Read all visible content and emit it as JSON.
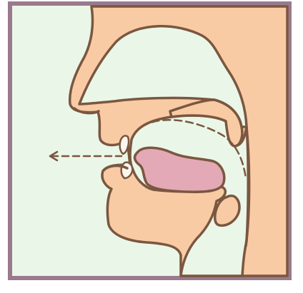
{
  "diagram": {
    "colors": {
      "frame": "#9A7A8C",
      "background": "#EAF7E8",
      "skin": "#F9CBA5",
      "outline": "#7A5740",
      "tongue": "#E3A9B6",
      "tooth": "#FBF6EE",
      "airflow": "#7A5740"
    },
    "parts": [
      "head-profile",
      "nasal-cavity",
      "upper-lip",
      "upper-teeth",
      "palate",
      "oral-cavity",
      "tongue",
      "lower-teeth",
      "lower-lip",
      "epiglottis",
      "pharynx",
      "airflow-arrow"
    ]
  }
}
